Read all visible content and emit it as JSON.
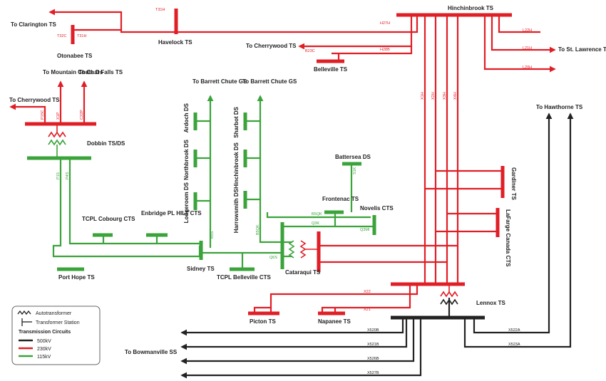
{
  "colors": {
    "kv500": "#222222",
    "kv230": "#e01e25",
    "kv115": "#3aa33a"
  },
  "stations": {
    "hinchinbrook": "Hinchinbrook TS",
    "havelock": "Havelock TS",
    "otonabee": "Otonabee TS",
    "belleville": "Belleville TS",
    "dobbin": "Dobbin TS/DS",
    "ardoch": "Ardoch DS",
    "northbrook": "Northbrook DS",
    "lodgeroom": "Lodgeroom DS",
    "sharbot": "Sharbot DS",
    "hinchinbrook_ds": "Hinchinbrook DS",
    "harrowsmith": "Harrowsmith DS",
    "battersea": "Battersea DS",
    "frontenac": "Frontenac TS",
    "novelis": "Novelis CTS",
    "tcpl_cobourg": "TCPL Cobourg CTS",
    "enbridge": "Enbridge PL HILT CTS",
    "sidney": "Sidney TS",
    "port_hope": "Port Hope TS",
    "tcpl_belleville": "TCPL Belleville CTS",
    "cataraqui": "Cataraqui TS",
    "gardiner": "Gardiner TS",
    "lafarge": "LaFarge Canada CTS",
    "lennox": "Lennox TS",
    "picton": "Picton TS",
    "napanee": "Napanee TS"
  },
  "destinations": {
    "clarington": "To Clarington TS",
    "cherrywood_top": "To Cherrywood TS",
    "st_lawrence": "To St. Lawrence TS",
    "mountain_chute": "To Mountain Chute Ds",
    "chat_falls": "To Chat Falls TS",
    "cherrywood_left": "To Cherrywood TS",
    "barrett_1": "To Barrett Chute GS",
    "barrett_2": "To Barrett Chute GS",
    "hawthorne": "To Hawthorne TS",
    "bowmanville": "To Bowmanville SS"
  },
  "circuits": {
    "t31h_a": "T31H",
    "t32c": "T32C",
    "t31h_b": "T31H",
    "h27h": "H27H",
    "h28b": "H28B",
    "b23c": "B23C",
    "l22h": "L22H",
    "l21h": "L21H",
    "l20h": "L20H",
    "x1h": "X1H",
    "x2h": "X2H",
    "x3h": "X3H",
    "x4h": "X4H",
    "p15c": "P15C",
    "x1p": "X1P",
    "c22p": "C22P",
    "p15": "P15",
    "p4s": "P4S",
    "b5s": "B5S",
    "s1k": "S1K",
    "b5qk": "B5QK",
    "q3k": "Q3K",
    "q3mi": "Q3MI",
    "q6s": "Q6S",
    "x22": "X22",
    "x21": "X21",
    "x520b": "X520B",
    "x521b": "X521B",
    "x526b": "X526B",
    "x527b": "X527B",
    "x522a": "X522A",
    "x523a": "X523A"
  },
  "legend": {
    "autotransformer": "Autotransformer",
    "transformer_station": "Transformer Station",
    "heading": "Transmission Circuits",
    "kv500": "500kV",
    "kv230": "230kV",
    "kv115": "115kV"
  }
}
